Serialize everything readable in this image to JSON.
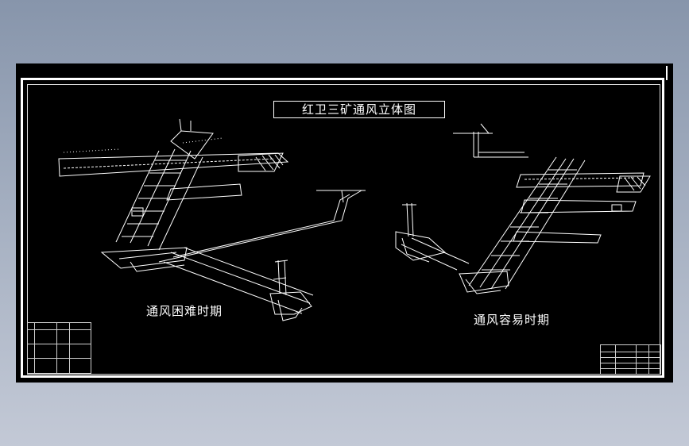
{
  "drawing": {
    "title": "红卫三矿通风立体图",
    "captions": {
      "difficult": "通风困难时期",
      "easy": "通风容易时期"
    }
  },
  "colors": {
    "background": "#8795ab",
    "canvas": "#000000",
    "lines": "#ffffff"
  },
  "icons": [
    "ventilation-network-diagram",
    "legend-table",
    "title-block"
  ]
}
